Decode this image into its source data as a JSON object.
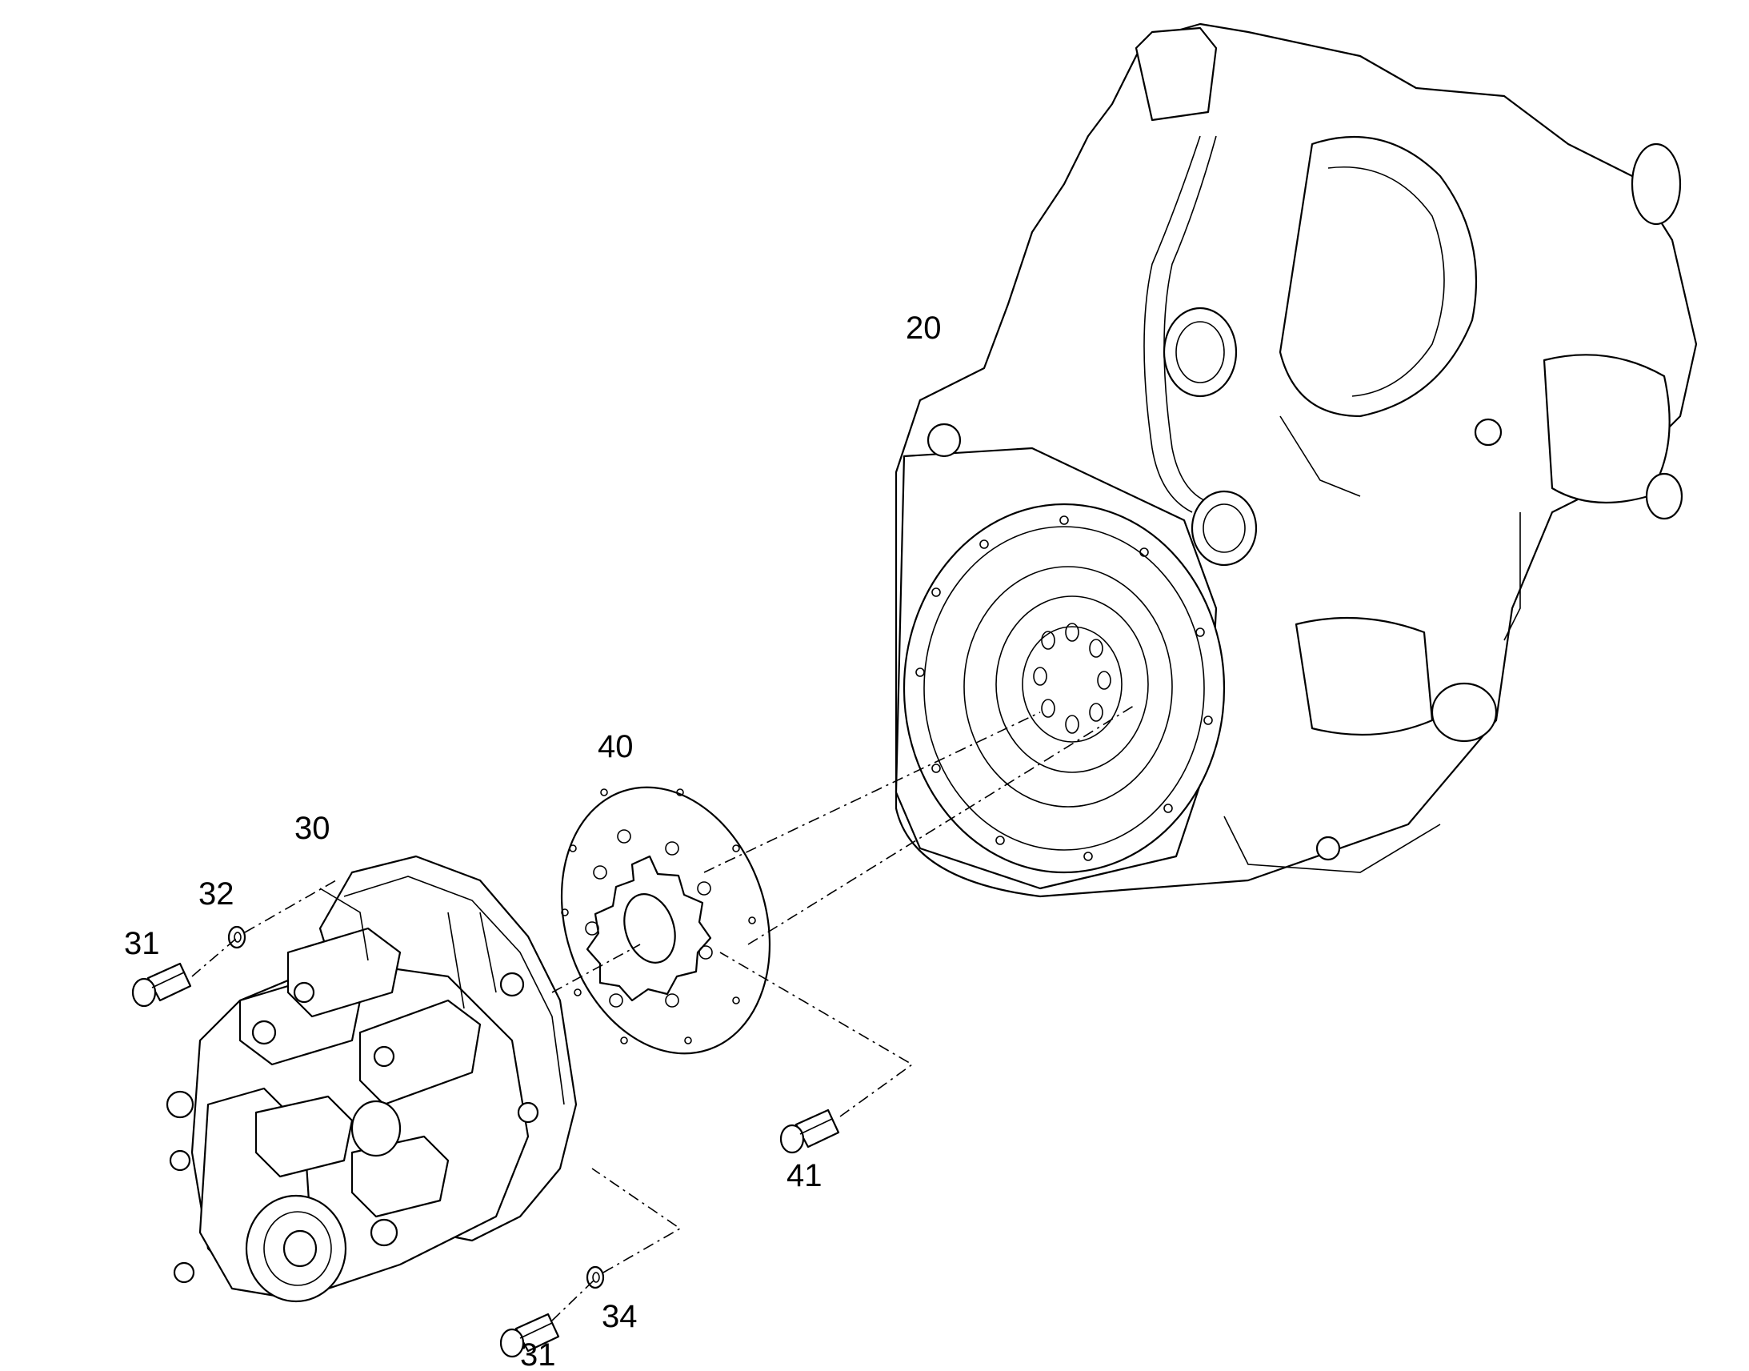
{
  "callouts": {
    "engine": "20",
    "pump": "30",
    "bolt_upper": "31",
    "washer_upper": "32",
    "bolt_lower": "31",
    "washer_lower": "34",
    "flex_plate": "40",
    "plate_bolt": "41"
  },
  "colors": {
    "line": "#000000",
    "background": "#ffffff"
  }
}
